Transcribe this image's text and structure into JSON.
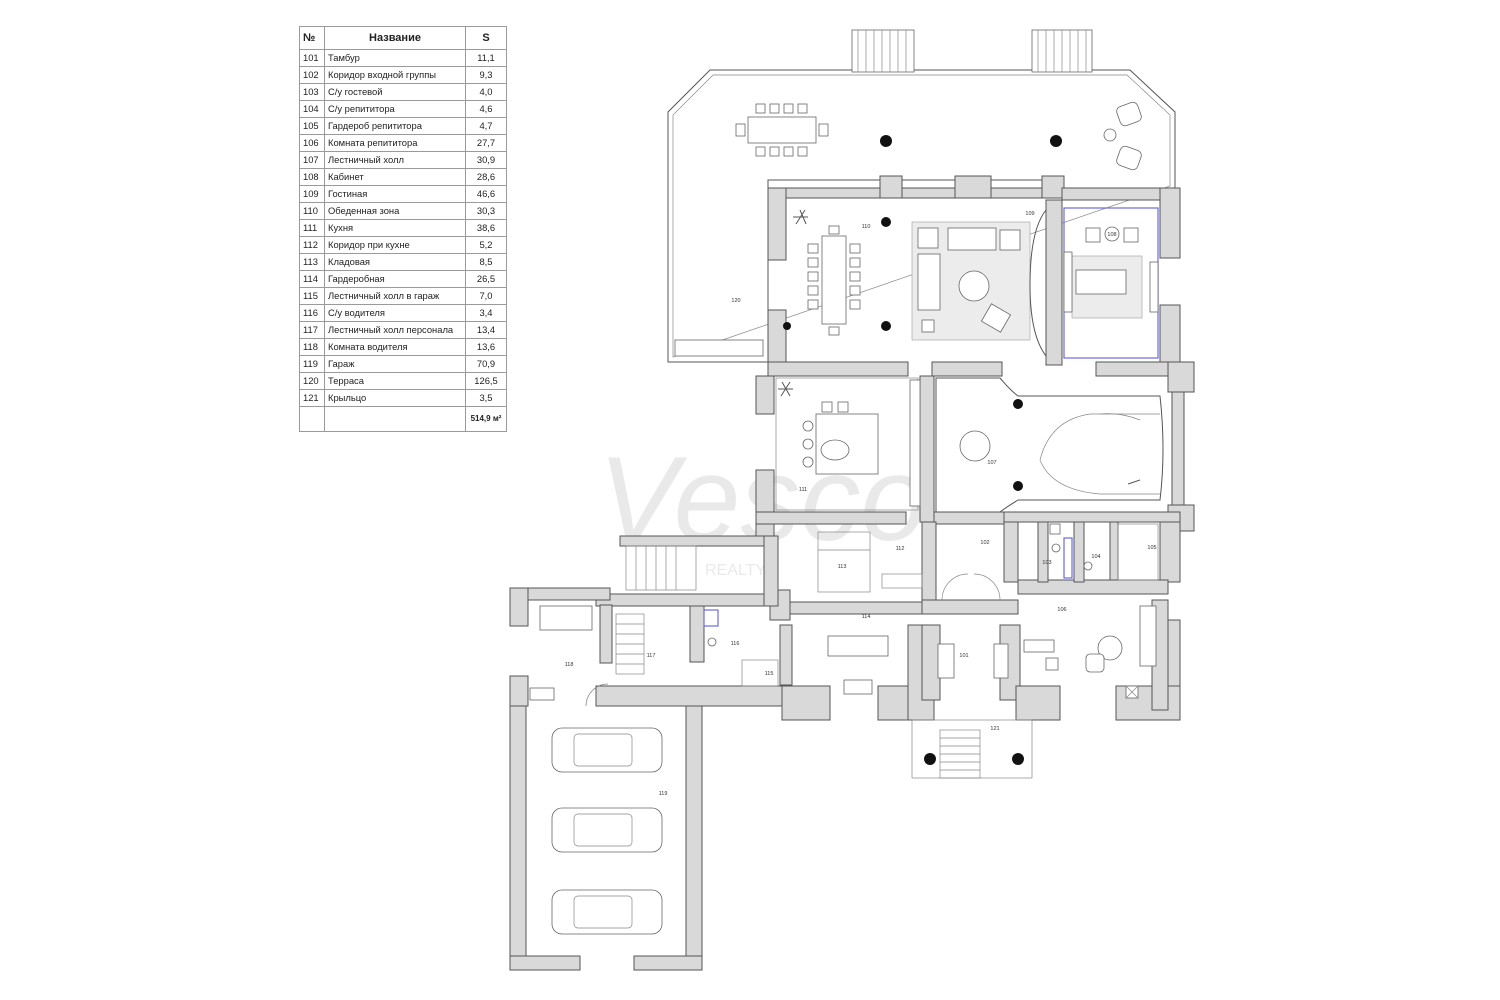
{
  "schedule": {
    "headers": {
      "no": "№",
      "name": "Название",
      "area": "S"
    },
    "rows": [
      {
        "no": "101",
        "name": "Тамбур",
        "area": "11,1"
      },
      {
        "no": "102",
        "name": "Коридор входной группы",
        "area": "9,3"
      },
      {
        "no": "103",
        "name": "С/у гостевой",
        "area": "4,0"
      },
      {
        "no": "104",
        "name": "С/у репититора",
        "area": "4,6"
      },
      {
        "no": "105",
        "name": "Гардероб репититора",
        "area": "4,7"
      },
      {
        "no": "106",
        "name": "Комната репититора",
        "area": "27,7"
      },
      {
        "no": "107",
        "name": "Лестничный холл",
        "area": "30,9"
      },
      {
        "no": "108",
        "name": "Кабинет",
        "area": "28,6"
      },
      {
        "no": "109",
        "name": "Гостиная",
        "area": "46,6"
      },
      {
        "no": "110",
        "name": "Обеденная зона",
        "area": "30,3"
      },
      {
        "no": "111",
        "name": "Кухня",
        "area": "38,6"
      },
      {
        "no": "112",
        "name": "Коридор при кухне",
        "area": "5,2"
      },
      {
        "no": "113",
        "name": "Кладовая",
        "area": "8,5"
      },
      {
        "no": "114",
        "name": "Гардеробная",
        "area": "26,5"
      },
      {
        "no": "115",
        "name": "Лестничный холл в гараж",
        "area": "7,0"
      },
      {
        "no": "116",
        "name": "С/у водителя",
        "area": "3,4"
      },
      {
        "no": "117",
        "name": "Лестничный холл персонала",
        "area": "13,4"
      },
      {
        "no": "118",
        "name": "Комната водителя",
        "area": "13,6"
      },
      {
        "no": "119",
        "name": "Гараж",
        "area": "70,9"
      },
      {
        "no": "120",
        "name": "Терраса",
        "area": "126,5"
      },
      {
        "no": "121",
        "name": "Крыльцо",
        "area": "3,5"
      }
    ],
    "total": "514,9 м²"
  },
  "plan": {
    "labels": {
      "r101": "101",
      "r102": "102",
      "r103": "103",
      "r104": "104",
      "r105": "105",
      "r106": "106",
      "r107": "107",
      "r108": "108",
      "r109": "109",
      "r110": "110",
      "r111": "111",
      "r112": "112",
      "r113": "113",
      "r114": "114",
      "r115": "115",
      "r116": "116",
      "r117": "117",
      "r118": "118",
      "r119": "119",
      "r120": "120",
      "r121": "121"
    },
    "watermark": {
      "main": "Vesco",
      "sub": "REALTY"
    }
  }
}
